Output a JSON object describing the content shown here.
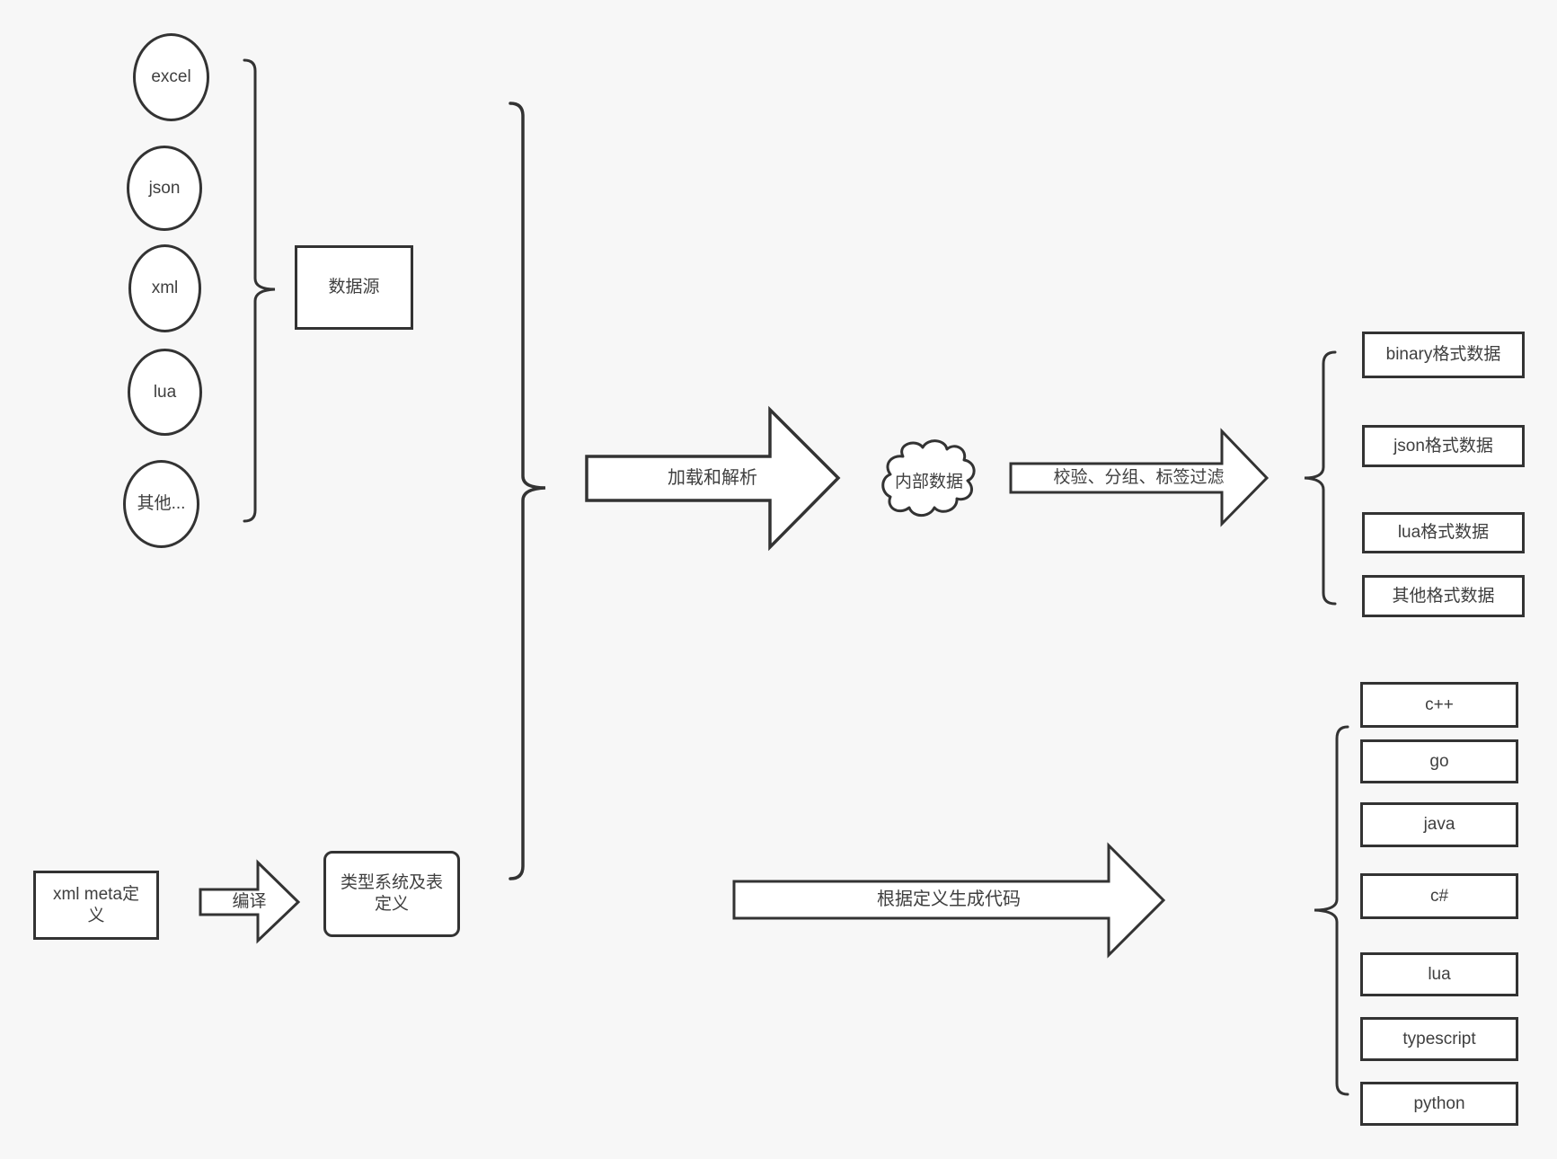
{
  "colors": {
    "background": "#f7f7f7",
    "stroke": "#333333",
    "shape_fill": "#ffffff",
    "text": "#3f3f3f"
  },
  "sources": {
    "nodes": [
      "excel",
      "json",
      "xml",
      "lua",
      "其他..."
    ],
    "group_box": "数据源"
  },
  "definitions": {
    "meta_box": "xml meta定义",
    "compile_arrow": "编译",
    "type_system_box": "类型系统及表定义"
  },
  "process": {
    "load_arrow": "加载和解析",
    "internal_cloud": "内部数据",
    "filter_arrow": "校验、分组、标签过滤",
    "generate_arrow": "根据定义生成代码"
  },
  "data_outputs": [
    "binary格式数据",
    "json格式数据",
    "lua格式数据",
    "其他格式数据"
  ],
  "code_outputs": [
    "c++",
    "go",
    "java",
    "c#",
    "lua",
    "typescript",
    "python"
  ]
}
